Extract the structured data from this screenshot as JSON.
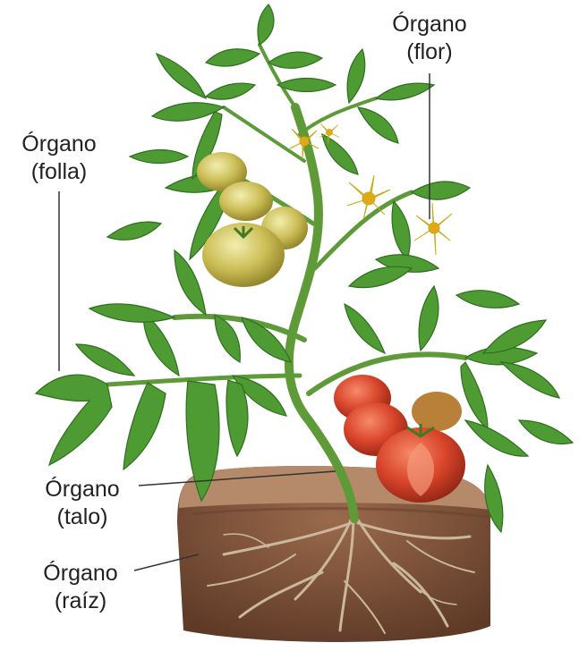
{
  "labels": {
    "flor": {
      "line1": "Órgano",
      "line2": "(flor)"
    },
    "folla": {
      "line1": "Órgano",
      "line2": "(folla)"
    },
    "talo": {
      "line1": "Órgano",
      "line2": "(talo)"
    },
    "raiz": {
      "line1": "Órgano",
      "line2": "(raíz)"
    }
  },
  "colors": {
    "leaf": "#4e9a33",
    "leaf_dark": "#2f6e1f",
    "stem": "#5e9b38",
    "soil": "#7a5138",
    "soil_top": "#b48a6a",
    "root": "#cbb89a",
    "tomato_ripe": "#d8442a",
    "tomato_unripe": "#c9b84a",
    "flower": "#f2d41e",
    "leader_line": "#333333"
  }
}
